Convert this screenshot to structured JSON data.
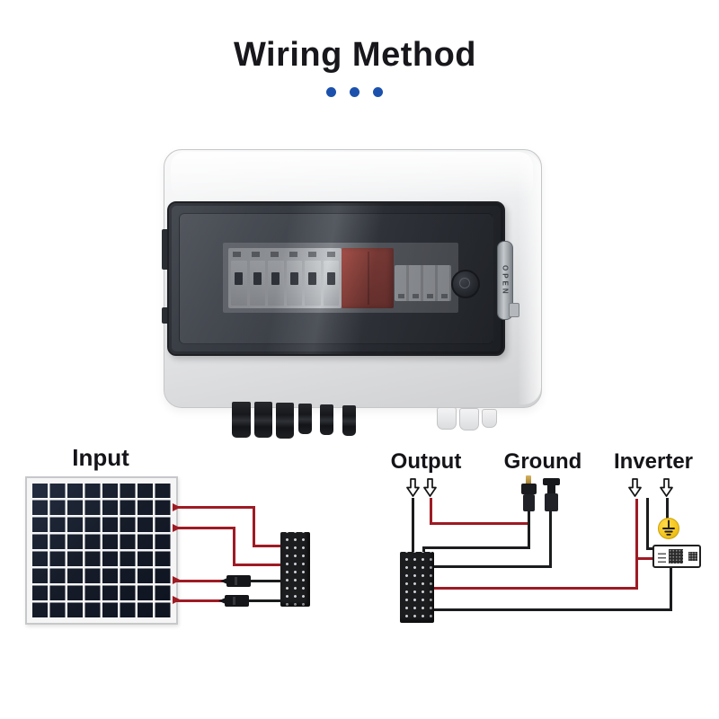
{
  "title": {
    "text": "Wiring Method"
  },
  "combiner_box": {
    "latch_label": "OPEN"
  },
  "sections": {
    "input": {
      "label": "Input"
    },
    "output": {
      "label": "Output"
    },
    "ground": {
      "label": "Ground"
    },
    "inverter": {
      "label": "Inverter"
    }
  },
  "icons": {
    "down_arrow": "down-arrow-icon",
    "mc4_connector": "mc4-connector-icon",
    "ground_symbol": "ground-symbol-icon"
  },
  "colors": {
    "accent_blue": "#1b51ad",
    "wire_red": "#9e1b24",
    "wire_black": "#1b1c1e",
    "ground_yellow": "#f4c51c",
    "spd_red": "#ac4a41"
  }
}
